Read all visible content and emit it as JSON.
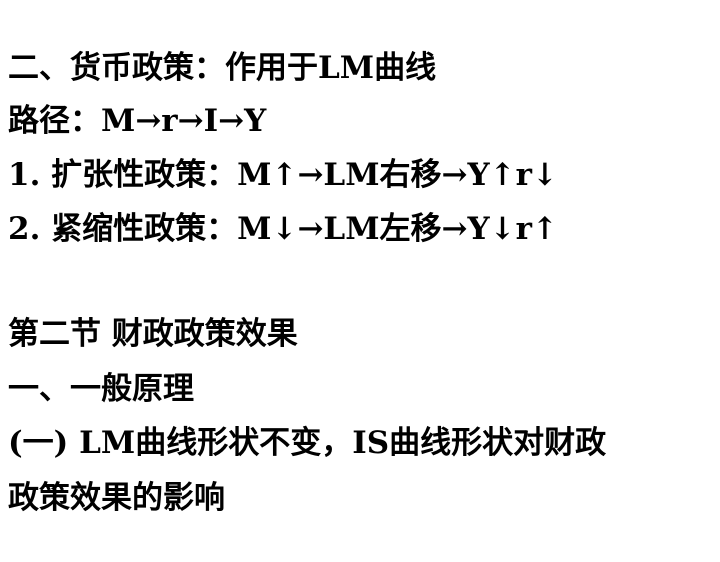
{
  "lines": [
    "二、货币政策：作用于LM曲线",
    "路径：M→r→I→Y",
    "1. 扩张性政策：M↑→LM右移→Y↑r↓",
    "2. 紧缩性政策：M↓→LM左移→Y↓r↑",
    "第二节 财政政策效果",
    "一、一般原理",
    "(一) LM曲线形状不变，IS曲线形状对财政",
    "政策效果的影响"
  ]
}
